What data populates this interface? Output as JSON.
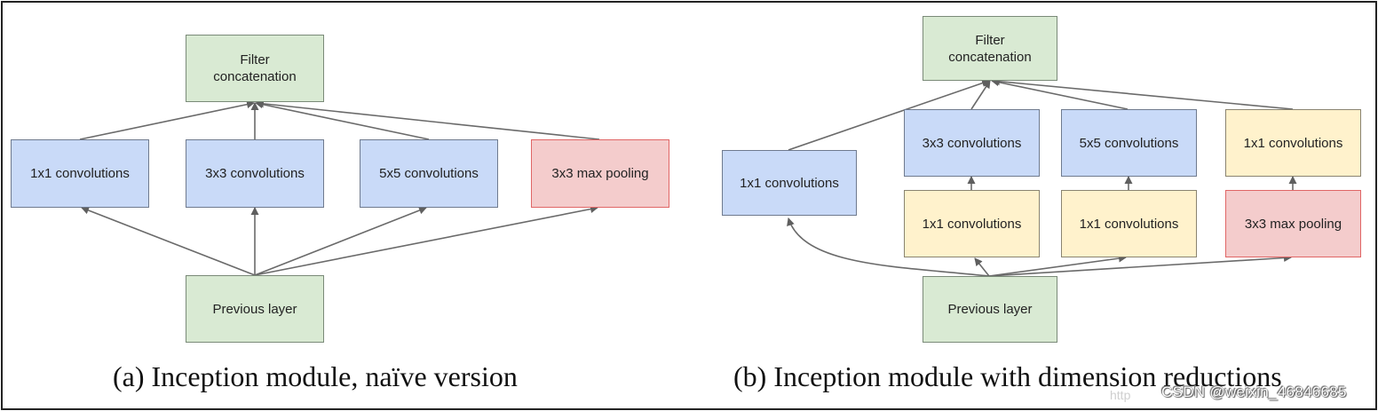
{
  "panel_a": {
    "top": "Filter\nconcatenation",
    "conv1": "1x1 convolutions",
    "conv3": "3x3 convolutions",
    "conv5": "5x5 convolutions",
    "pool": "3x3 max pooling",
    "prev": "Previous layer",
    "caption": "(a)  Inception module, naïve version"
  },
  "panel_b": {
    "top": "Filter\nconcatenation",
    "conv1_left": "1x1 convolutions",
    "conv3": "3x3 convolutions",
    "conv5": "5x5 convolutions",
    "conv1_right": "1x1 convolutions",
    "red1": "1x1 convolutions",
    "red2": "1x1 convolutions",
    "pool": "3x3 max pooling",
    "prev": "Previous layer",
    "caption": "(b)  Inception module with dimension reductions"
  },
  "watermark": {
    "text": "CSDN @weixin_46846685",
    "faint": "http"
  },
  "colors": {
    "green": "#d9ead3",
    "blue": "#c9daf8",
    "yellow": "#fff2cc",
    "pink": "#f4cccc",
    "arrow": "#666666"
  }
}
